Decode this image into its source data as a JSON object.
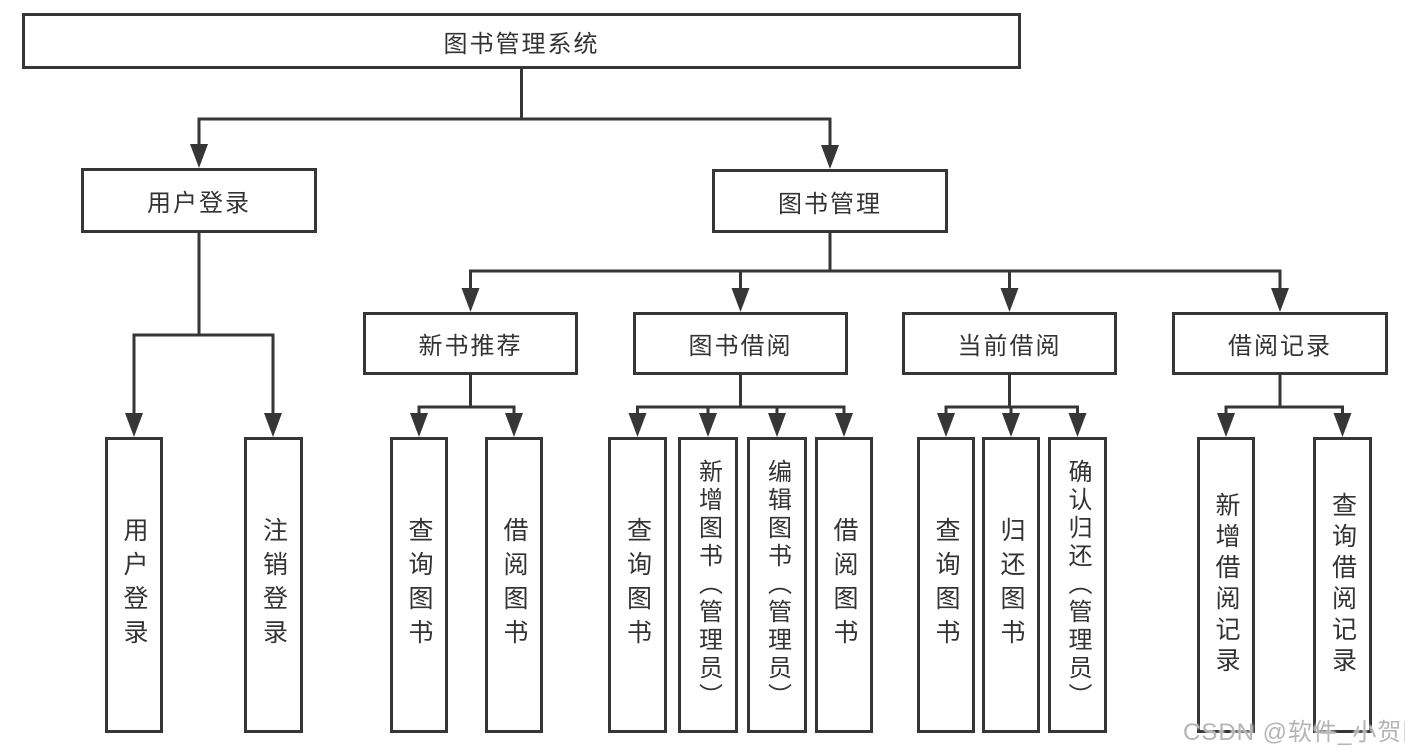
{
  "tree": {
    "root": {
      "label": "图书管理系统"
    },
    "branches": {
      "user_login": {
        "label": "用户登录",
        "leaves": {
          "login": {
            "label": "用户登录"
          },
          "logout": {
            "label": "注销登录"
          }
        }
      },
      "book_mgmt": {
        "label": "图书管理",
        "sections": {
          "new_book_rec": {
            "label": "新书推荐",
            "leaves": {
              "query_books": {
                "label": "查询图书"
              },
              "borrow_books": {
                "label": "借阅图书"
              }
            }
          },
          "book_borrow": {
            "label": "图书借阅",
            "leaves": {
              "query_books": {
                "label": "查询图书"
              },
              "add_books": {
                "label": "新增图书（管理员）"
              },
              "edit_books": {
                "label": "编辑图书（管理员）"
              },
              "borrow_books": {
                "label": "借阅图书"
              }
            }
          },
          "current_borrow": {
            "label": "当前借阅",
            "leaves": {
              "query_books": {
                "label": "查询图书"
              },
              "return_books": {
                "label": "归还图书"
              },
              "confirm_return": {
                "label": "确认归还（管理员）"
              }
            }
          },
          "borrow_records": {
            "label": "借阅记录",
            "leaves": {
              "add_record": {
                "label": "新增借阅记录"
              },
              "query_record": {
                "label": "查询借阅记录"
              }
            }
          }
        }
      }
    }
  },
  "watermark": "CSDN @软件_小贺同学",
  "colors": {
    "line": "#363636",
    "text": "#333333",
    "watermark_text": "#b5b5b5",
    "background": "#ffffff"
  }
}
